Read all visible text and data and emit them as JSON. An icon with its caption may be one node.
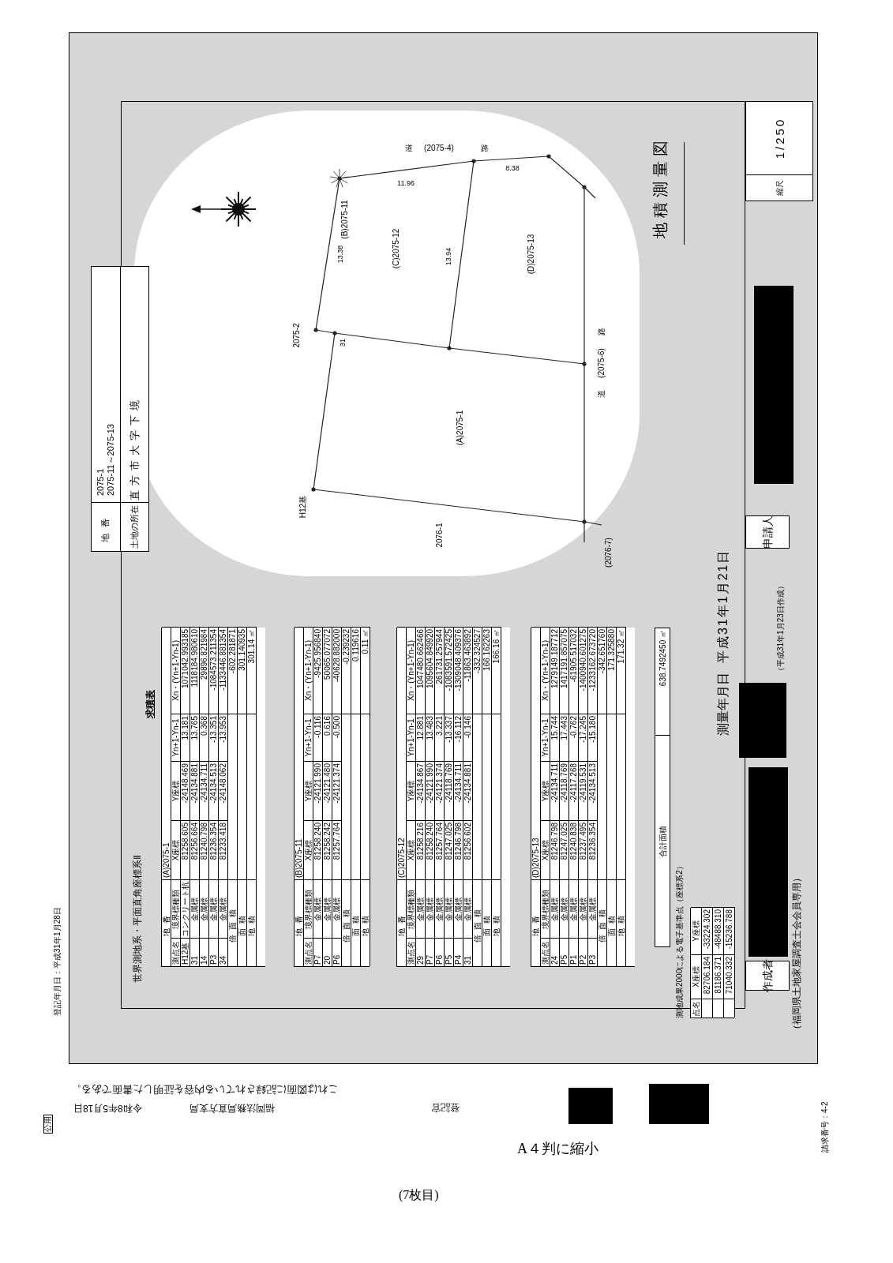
{
  "diagram": {
    "title": "地積測量図",
    "nodes": [
      {
        "text": [
          "地番",
          "2075-1",
          "2075-11～2075-13",
          "土地の所在",
          "直方市大字下境"
        ]
      },
      {
        "text": [
          "地番",
          "(A)2075-1",
          "測点名",
          "境界標種類",
          "X座標",
          "Y座標",
          "Yn+1-Yn-1",
          "Xn・(Yn+1-Yn-1)",
          "H12基",
          "コンクリート杭",
          "81258.605",
          "-24148.469",
          "13.181",
          "1071042.993185",
          "31",
          "金属標",
          "81256.664",
          "-24134.881",
          "13.765",
          "1118184.980610",
          "14",
          "金属標",
          "81240.798",
          "-24134.711",
          "0.368",
          "29896.821984",
          "P3",
          "金属標",
          "81236.354",
          "-24134.513",
          "-13.351",
          "-1084573.211354",
          "34",
          "金属標",
          "81233.418",
          "-24148.062",
          "-13.953",
          "-1133446.881354",
          "倍面積",
          "-602.281871",
          "面積",
          "301.140935",
          "地積",
          "301.14 ㎡"
        ]
      },
      {
        "text": [
          "地番",
          "(B)2075-11",
          "測点名",
          "境界標種類",
          "X座標",
          "Y座標",
          "Yn+1-Yn-1",
          "Xn・(Yn+1-Yn-1)",
          "P7",
          "金属標",
          "81258.240",
          "-24121.990",
          "-0.116",
          "-9425.956840",
          "20",
          "金属標",
          "81258.242",
          "-24121.480",
          "0.616",
          "50065.077072",
          "P6",
          "金属標",
          "81257.764",
          "-24121.374",
          "-0.500",
          "-40628.882000",
          "倍面積",
          "-0.239232",
          "面積",
          "0.119616",
          "地積",
          "0.11 ㎡"
        ]
      },
      {
        "text": [
          "地番",
          "(C)2075-12",
          "測点名",
          "境界標種類",
          "X座標",
          "Y座標",
          "Yn+1-Yn-1",
          "Xn・(Yn+1-Yn-1)",
          "29",
          "金属標",
          "81258.216",
          "-24134.867",
          "12.881",
          "1047480.662466",
          "P7",
          "金属標",
          "81258.240",
          "-24121.990",
          "13.483",
          "1095604.849920",
          "P6",
          "金属標",
          "81257.764",
          "-24121.374",
          "3.221",
          "261731.257944",
          "P5",
          "金属標",
          "81247.025",
          "-24118.769",
          "-13.337",
          "-1083591.572425",
          "P4",
          "金属標",
          "81246.798",
          "-24134.711",
          "-16.112",
          "-1309048.409376",
          "31",
          "金属標",
          "81256.602",
          "-24134.881",
          "-0.146",
          "-11863.463892",
          "倍面積",
          "-332.324527",
          "面積",
          "166.162263",
          "地積",
          "166.16 ㎡"
        ]
      },
      {
        "text": [
          "地番",
          "(D)2075-13",
          "測点名",
          "境界標種類",
          "X座標",
          "Y座標",
          "Yn+1-Yn-1",
          "Xn・(Yn+1-Yn-1)",
          "24",
          "金属標",
          "81246.798",
          "-24134.711",
          "15.744",
          "1279149.187712",
          "P5",
          "金属標",
          "81247.025",
          "-24118.769",
          "17.443",
          "1417191.857075",
          "P1",
          "金属標",
          "81240.838",
          "-24117.268",
          "-0.762",
          "-61905.517032",
          "P2",
          "金属標",
          "81237.495",
          "-24119.531",
          "-17.245",
          "-1400940.601275",
          "P3",
          "金属標",
          "81236.354",
          "-24134.513",
          "-15.180",
          "-1233162.673720",
          "倍面積",
          "-342.651760",
          "面積",
          "171.325880",
          "地積",
          "171.32 ㎡"
        ]
      },
      {
        "text": [
          "合計面積",
          "638.7492450 ㎡"
        ]
      },
      {
        "text": [
          "点名",
          "X座標",
          "Y座標",
          "82706.184",
          "-33224.302",
          "81186.371",
          "-48488.310",
          "71040.332",
          "-15236.788"
        ]
      },
      {
        "text": [
          "縮尺",
          "1/250"
        ]
      },
      {
        "text": [
          "申請人"
        ]
      },
      {
        "text": [
          "作成者"
        ]
      }
    ],
    "labels": [
      "登記年月日：平成31年1月28日",
      "世界測地系・平面直角座標系Ⅱ",
      "求積表",
      "測地成果2000による電子基準点（座標系2）",
      "測量年月日",
      "平成31年1月21日",
      "（平成31年1月23日作成）",
      "（福岡県土地家屋調査士会会員専用）",
      "公用",
      "これは図面に記録されている内容を証明した書面である。",
      "令和8年5月18日",
      "福岡法務局直方支局",
      "登記官",
      "請求番号：4-2",
      "A４判に縮小",
      "(7枚目)",
      "(A)2075-1",
      "(B)2075-11",
      "(C)2075-12",
      "(D)2075-13",
      "2075-2",
      "2076-1",
      "(2076-7)",
      "道",
      "(2075-4)",
      "路",
      "道",
      "(2075-6)",
      "路",
      "11.96",
      "8.38",
      "13.38",
      "13.94",
      "31",
      "H12基"
    ]
  }
}
